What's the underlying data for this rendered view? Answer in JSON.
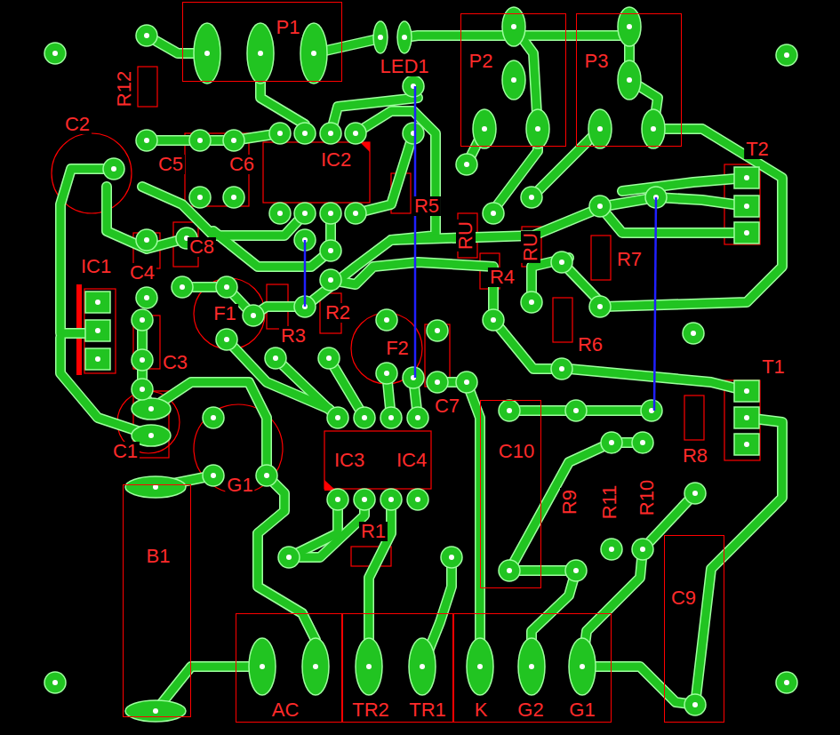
{
  "diagram": {
    "nodes": [
      {
        "text": [
          "P1"
        ]
      },
      {
        "text": [
          "P2"
        ]
      },
      {
        "text": [
          "P3"
        ]
      },
      {
        "text": [
          "C10"
        ]
      },
      {
        "text": [
          "B1"
        ]
      },
      {
        "text": [
          "C9"
        ]
      },
      {
        "text": [
          "AC"
        ]
      },
      {
        "text": [
          "TR2",
          "TR1"
        ]
      },
      {
        "text": [
          "K",
          "G2",
          "G1"
        ]
      }
    ],
    "labels": [
      "LED1",
      "R12",
      "C2",
      "C5",
      "C6",
      "IC2",
      "R5",
      "T2",
      "RU",
      "RU",
      "R4",
      "R7",
      "IC1",
      "C4",
      "C8",
      "F1",
      "R3",
      "R2",
      "F2",
      "R6",
      "C3",
      "C7",
      "T1",
      "C1",
      "G1",
      "IC3",
      "IC4",
      "R9",
      "R11",
      "R10",
      "R8",
      "R1"
    ]
  }
}
